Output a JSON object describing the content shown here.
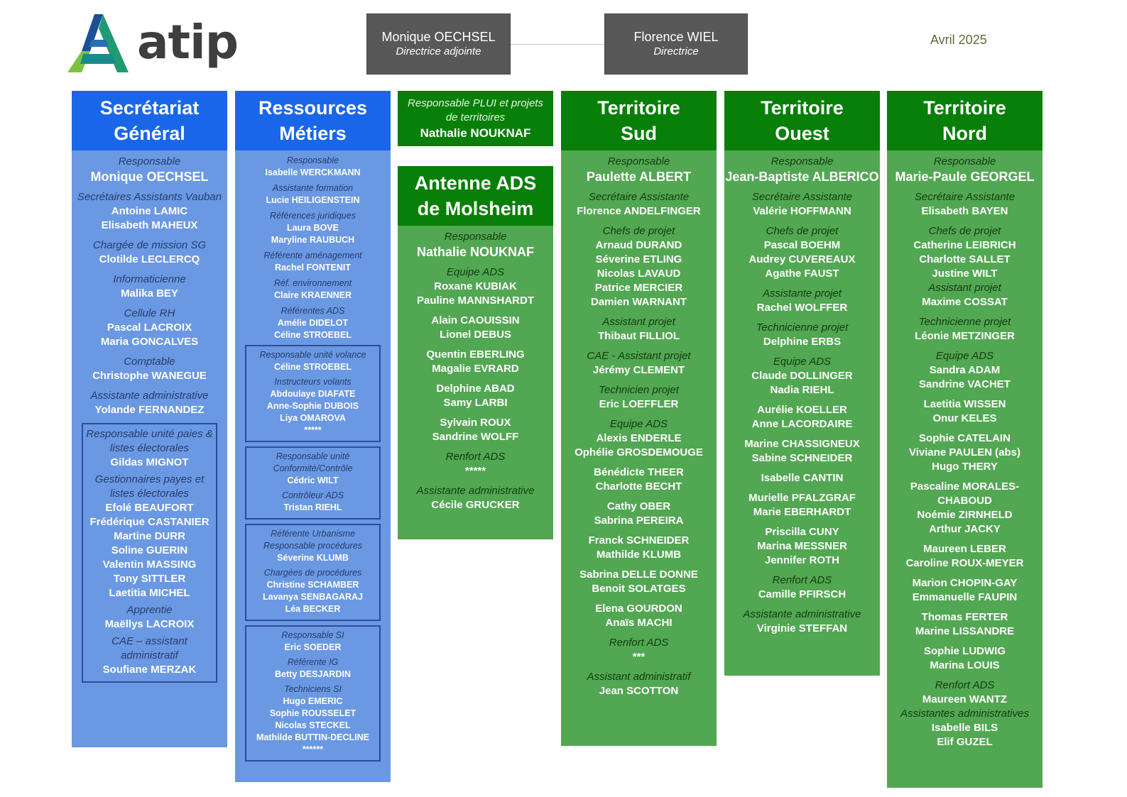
{
  "logo": {
    "text": "atip"
  },
  "date": "Avril 2025",
  "top_boxes": [
    {
      "name": "Monique OECHSEL",
      "role": "Directrice adjointe"
    },
    {
      "name": "Florence WIEL",
      "role": "Directrice"
    }
  ],
  "colors": {
    "blue_header": "#1a66e8",
    "blue_body": "#6a98e3",
    "green_header": "#087f08",
    "green_body": "#52a752",
    "top_box": "#585858"
  },
  "sg": {
    "title_1": "Secrétariat",
    "title_2": "Général",
    "groups": [
      {
        "role": "Responsable",
        "names": [
          "Monique OECHSEL"
        ]
      },
      {
        "role": "Secrétaires Assistants Vauban",
        "names": [
          "Antoine LAMIC",
          "Elisabeth MAHEUX"
        ]
      },
      {
        "role": "Chargée de mission SG",
        "names": [
          "Clotilde LECLERCQ"
        ]
      },
      {
        "role": "Informaticienne",
        "names": [
          "Malika BEY"
        ]
      },
      {
        "role": "Cellule RH",
        "names": [
          "Pascal LACROIX",
          "Maria GONCALVES"
        ]
      },
      {
        "role": "Comptable",
        "names": [
          "Christophe WANEGUE"
        ]
      },
      {
        "role": "Assistante administrative",
        "names": [
          "Yolande FERNANDEZ"
        ]
      }
    ],
    "box": [
      {
        "role": "Responsable unité paies & listes électorales",
        "names": [
          "Gildas MIGNOT"
        ]
      },
      {
        "role": "Gestionnaires payes et listes électorales",
        "names": [
          "Efolé BEAUFORT",
          "Frédérique CASTANIER",
          "Martine DURR",
          "Soline GUERIN",
          "Valentin MASSING",
          "Tony SITTLER",
          "Laetitia MICHEL"
        ]
      },
      {
        "role": "Apprentie",
        "names": [
          "Maëllys LACROIX"
        ]
      },
      {
        "role": "CAE – assistant administratif",
        "names": [
          "Soufiane MERZAK"
        ]
      }
    ]
  },
  "rm": {
    "title_1": "Ressources",
    "title_2": "Métiers",
    "groups": [
      {
        "role": "Responsable",
        "names": [
          "Isabelle WERCKMANN"
        ]
      },
      {
        "role": "Assistante formation",
        "names": [
          "Lucie HEILIGENSTEIN"
        ]
      },
      {
        "role": "Références juridiques",
        "names": [
          "Laura BOVE",
          "Maryline RAUBUCH"
        ]
      },
      {
        "role": "Référente aménagement",
        "names": [
          "Rachel FONTENIT"
        ]
      },
      {
        "role": "Réf. environnement",
        "names": [
          "Claire KRAENNER"
        ]
      },
      {
        "role": "Référentes ADS",
        "names": [
          "Amélie DIDELOT",
          "Céline STROEBEL"
        ]
      }
    ],
    "boxes": [
      [
        {
          "role": "Responsable unité volance",
          "names": [
            "Céline STROEBEL"
          ]
        },
        {
          "role": "Instructeurs volants",
          "names": [
            "Abdoulaye DIAFATE",
            "Anne-Sophie DUBOIS",
            "Liya OMAROVA",
            "*****"
          ]
        }
      ],
      [
        {
          "role": "Responsable unité Conformité/Contrôle",
          "names": [
            "Cédric WILT"
          ]
        },
        {
          "role": "Contrôleur ADS",
          "names": [
            "Tristan RIEHL"
          ]
        }
      ],
      [
        {
          "role": "Référente Urbanisme Responsable procédures",
          "names": [
            "Séverine KLUMB"
          ]
        },
        {
          "role": "Chargées de procédures",
          "names": [
            "Christine SCHAMBER",
            "Lavanya SENBAGARAJ",
            "Léa BECKER"
          ]
        }
      ],
      [
        {
          "role": "Responsable SI",
          "names": [
            "Eric SOEDER"
          ]
        },
        {
          "role": "Référente IG",
          "names": [
            "Betty DESJARDIN"
          ]
        },
        {
          "role": "Techniciens SI",
          "names": [
            "Hugo EMERIC",
            "Sophie ROUSSELET",
            "Nicolas STECKEL",
            "Mathilde BUTTIN-DECLINE",
            "******"
          ]
        }
      ]
    ]
  },
  "plui": {
    "role": "Responsable PLUI et projets de territoires",
    "name": "Nathalie NOUKNAF"
  },
  "ads": {
    "title_1": "Antenne ADS",
    "title_2": "de Molsheim",
    "groups": [
      {
        "role": "Responsable",
        "names": [
          "Nathalie NOUKNAF"
        ]
      },
      {
        "role": "Equipe ADS",
        "names": [
          "Roxane KUBIAK",
          "Pauline MANNSHARDT"
        ]
      },
      {
        "role": "",
        "names": [
          "Alain CAOUISSIN",
          "Lionel DEBUS"
        ]
      },
      {
        "role": "",
        "names": [
          "Quentin EBERLING",
          "Magalie EVRARD"
        ]
      },
      {
        "role": "",
        "names": [
          "Delphine ABAD",
          "Samy LARBI"
        ]
      },
      {
        "role": "",
        "names": [
          "Sylvain ROUX",
          "Sandrine WOLFF"
        ]
      },
      {
        "role": "Renfort ADS",
        "names": [
          "*****"
        ]
      },
      {
        "role": "Assistante administrative",
        "names": [
          "Cécile GRUCKER"
        ]
      }
    ]
  },
  "sud": {
    "title_1": "Territoire",
    "title_2": "Sud",
    "groups": [
      {
        "role": "Responsable",
        "names": [
          "Paulette ALBERT"
        ]
      },
      {
        "role": "Secrétaire Assistante",
        "names": [
          "Florence ANDELFINGER"
        ]
      },
      {
        "role": "Chefs de projet",
        "names": [
          "Arnaud DURAND",
          "Séverine ETLING",
          "Nicolas LAVAUD",
          "Patrice MERCIER",
          "Damien WARNANT"
        ]
      },
      {
        "role": "Assistant projet",
        "names": [
          "Thibaut FILLIOL"
        ]
      },
      {
        "role": "CAE - Assistant projet",
        "names": [
          "Jérémy CLEMENT"
        ]
      },
      {
        "role": "Technicien projet",
        "names": [
          "Eric LOEFFLER"
        ]
      },
      {
        "role": "Equipe ADS",
        "names": [
          "Alexis ENDERLE",
          "Ophélie GROSDEMOUGE"
        ]
      },
      {
        "role": "",
        "names": [
          "Bénédicte THEER",
          "Charlotte BECHT"
        ]
      },
      {
        "role": "",
        "names": [
          "Cathy OBER",
          "Sabrina PEREIRA"
        ]
      },
      {
        "role": "",
        "names": [
          "Franck SCHNEIDER",
          "Mathilde KLUMB"
        ]
      },
      {
        "role": "",
        "names": [
          "Sabrina DELLE DONNE",
          "Benoit SOLATGES"
        ]
      },
      {
        "role": "",
        "names": [
          "Elena GOURDON",
          "Anaïs MACHI"
        ]
      },
      {
        "role": "Renfort ADS",
        "names": [
          "***"
        ]
      },
      {
        "role": "Assistant administratif",
        "names": [
          "Jean SCOTTON"
        ]
      }
    ]
  },
  "ouest": {
    "title_1": "Territoire",
    "title_2": "Ouest",
    "groups": [
      {
        "role": "Responsable",
        "names": [
          "Jean-Baptiste ALBERICO"
        ]
      },
      {
        "role": "Secrétaire Assistante",
        "names": [
          "Valérie HOFFMANN"
        ]
      },
      {
        "role": "Chefs de projet",
        "names": [
          "Pascal BOEHM",
          "Audrey CUVEREAUX",
          "Agathe FAUST"
        ]
      },
      {
        "role": "Assistante projet",
        "names": [
          "Rachel WOLFFER"
        ]
      },
      {
        "role": "Technicienne projet",
        "names": [
          "Delphine ERBS"
        ]
      },
      {
        "role": "Equipe ADS",
        "names": [
          "Claude DOLLINGER",
          "Nadia RIEHL"
        ]
      },
      {
        "role": "",
        "names": [
          "Aurélie KOELLER",
          "Anne LACORDAIRE"
        ]
      },
      {
        "role": "",
        "names": [
          "Marine CHASSIGNEUX",
          "Sabine SCHNEIDER"
        ]
      },
      {
        "role": "",
        "names": [
          "Isabelle CANTIN"
        ]
      },
      {
        "role": "",
        "names": [
          "Murielle PFALZGRAF",
          "Marie EBERHARDT"
        ]
      },
      {
        "role": "",
        "names": [
          "Priscilla CUNY",
          "Marina MESSNER",
          "Jennifer ROTH"
        ]
      },
      {
        "role": "Renfort ADS",
        "names": [
          "Camille PFIRSCH"
        ]
      },
      {
        "role": "Assistante administrative",
        "names": [
          "Virginie STEFFAN"
        ]
      }
    ]
  },
  "nord": {
    "title_1": "Territoire",
    "title_2": "Nord",
    "groups": [
      {
        "role": "Responsable",
        "names": [
          "Marie-Paule GEORGEL"
        ]
      },
      {
        "role": "Secrétaire Assistante",
        "names": [
          "Elisabeth BAYEN"
        ]
      },
      {
        "role": "Chefs de projet",
        "names": [
          "Catherine LEIBRICH",
          "Charlotte SALLET",
          "Justine WILT"
        ],
        "role2": "Assistant projet",
        "names2": [
          "Maxime COSSAT"
        ]
      },
      {
        "role": "Technicienne projet",
        "names": [
          "Léonie METZINGER"
        ]
      },
      {
        "role": "Equipe ADS",
        "names": [
          "Sandra ADAM",
          "Sandrine VACHET"
        ]
      },
      {
        "role": "",
        "names": [
          "Laetitia WISSEN",
          "Onur KELES"
        ]
      },
      {
        "role": "",
        "names": [
          "Sophie CATELAIN",
          "Viviane PAULEN (abs)",
          "Hugo THERY"
        ]
      },
      {
        "role": "",
        "names": [
          "Pascaline MORALES-CHABOUD",
          "Noémie ZIRNHELD",
          "Arthur JACKY"
        ]
      },
      {
        "role": "",
        "names": [
          "Maureen LEBER",
          "Caroline ROUX-MEYER"
        ]
      },
      {
        "role": "",
        "names": [
          "Marion CHOPIN-GAY",
          "Emmanuelle FAUPIN"
        ]
      },
      {
        "role": "",
        "names": [
          "Thomas FERTER",
          "Marine LISSANDRE"
        ]
      },
      {
        "role": "",
        "names": [
          "Sophie LUDWIG",
          "Marina LOUIS"
        ]
      },
      {
        "role": "Renfort ADS",
        "names": [
          "Maureen WANTZ"
        ],
        "role2": "Assistantes administratives",
        "names2": [
          "Isabelle BILS",
          "Elif GUZEL"
        ]
      }
    ]
  }
}
